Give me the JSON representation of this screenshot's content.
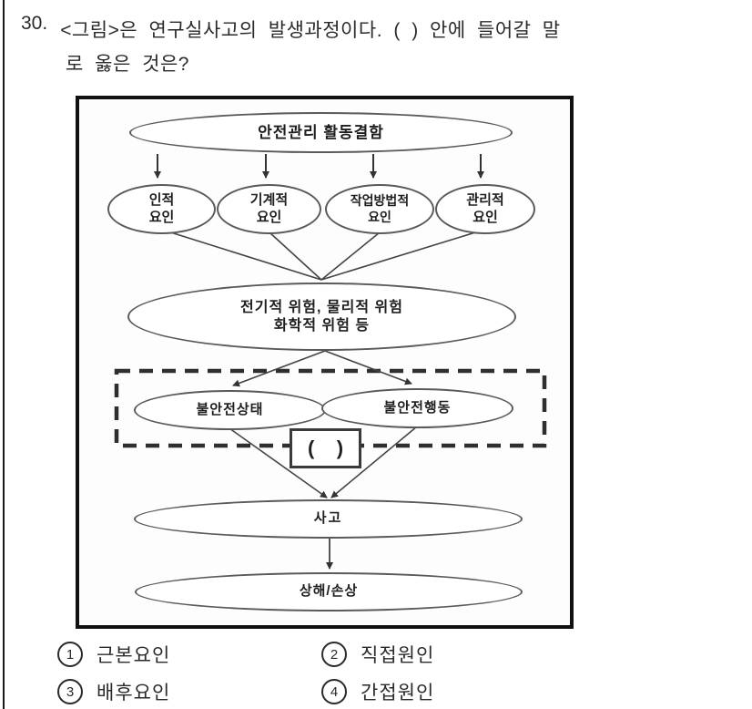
{
  "question": {
    "number": "30.",
    "line1": "<그림>은 연구실사고의 발생과정이다. ( ) 안에 들어갈 말",
    "line2": "로 옳은 것은?"
  },
  "diagram": {
    "top_node": "안전관리 활동결함",
    "factors": [
      {
        "line1": "인적",
        "line2": "요인"
      },
      {
        "line1": "기계적",
        "line2": "요인"
      },
      {
        "line1": "작업방법적",
        "line2": "요인"
      },
      {
        "line1": "관리적",
        "line2": "요인"
      }
    ],
    "hazard_line1": "전기적 위험, 물리적 위험",
    "hazard_line2": "화학적 위험 등",
    "unsafe_state": "불안전상태",
    "unsafe_act": "불안전행동",
    "blank_label": "(    )",
    "accident": "사고",
    "injury": "상해/손상"
  },
  "options": [
    {
      "number": "1",
      "label": "근본요인"
    },
    {
      "number": "2",
      "label": "직접원인"
    },
    {
      "number": "3",
      "label": "배후요인"
    },
    {
      "number": "4",
      "label": "간접원인"
    }
  ],
  "colors": {
    "ink": "#1e1e1e",
    "frame_border": "#111111",
    "ellipse_stroke": "#5a5a5a"
  }
}
